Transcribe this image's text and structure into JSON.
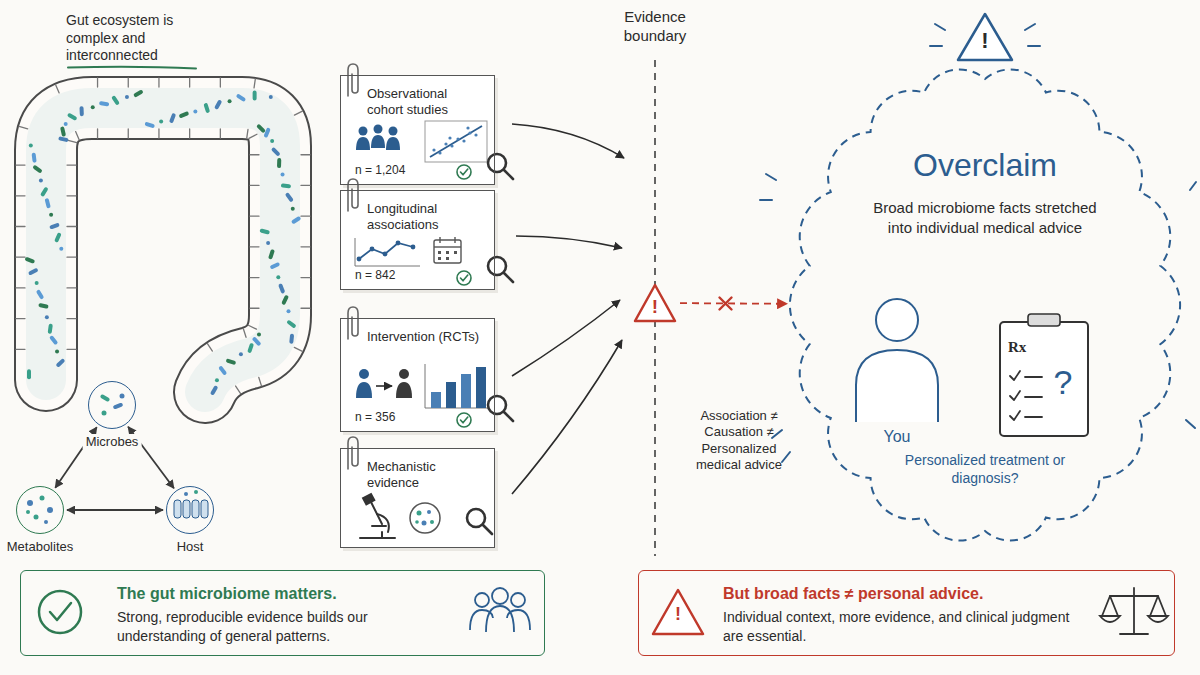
{
  "diagram": {
    "nodes": [
      {
        "text": [
          "Microbes"
        ]
      },
      {
        "text": [
          "Metabolites"
        ]
      },
      {
        "text": [
          "Host"
        ]
      },
      {
        "text": [
          "Observational cohort studies",
          "n = 1,204"
        ]
      },
      {
        "text": [
          "Longitudinal associations",
          "n = 842"
        ]
      },
      {
        "text": [
          "Intervention (RCTs)",
          "n = 356"
        ]
      },
      {
        "text": [
          "Mechanistic evidence"
        ]
      },
      {
        "text": [
          "!"
        ]
      },
      {
        "text": [
          "Overclaim",
          "Broad microbiome facts stretched into individual medical advice"
        ]
      },
      {
        "text": [
          "The gut microbiome matters.",
          "Strong, reproducible evidence builds our understanding of general patterns."
        ]
      },
      {
        "text": [
          "But broad facts ≠ personal advice.",
          "Individual context, more evidence, and clinical judgment are essential."
        ]
      }
    ],
    "edges": [
      {
        "from": 0,
        "to": 1,
        "arrow": "both"
      },
      {
        "from": 0,
        "to": 2,
        "arrow": "both"
      },
      {
        "from": 1,
        "to": 2,
        "arrow": "both"
      },
      {
        "from": 7,
        "to": 8,
        "arrow": "to"
      }
    ],
    "labels": [
      "Gut ecosystem is complex and interconnected",
      "Evidence boundary",
      "Association ≠ Causation ≠ Personalized medical advice",
      "!",
      "You",
      "Rx",
      "?",
      "Personalized treatment or diagnosis?",
      "!"
    ]
  }
}
